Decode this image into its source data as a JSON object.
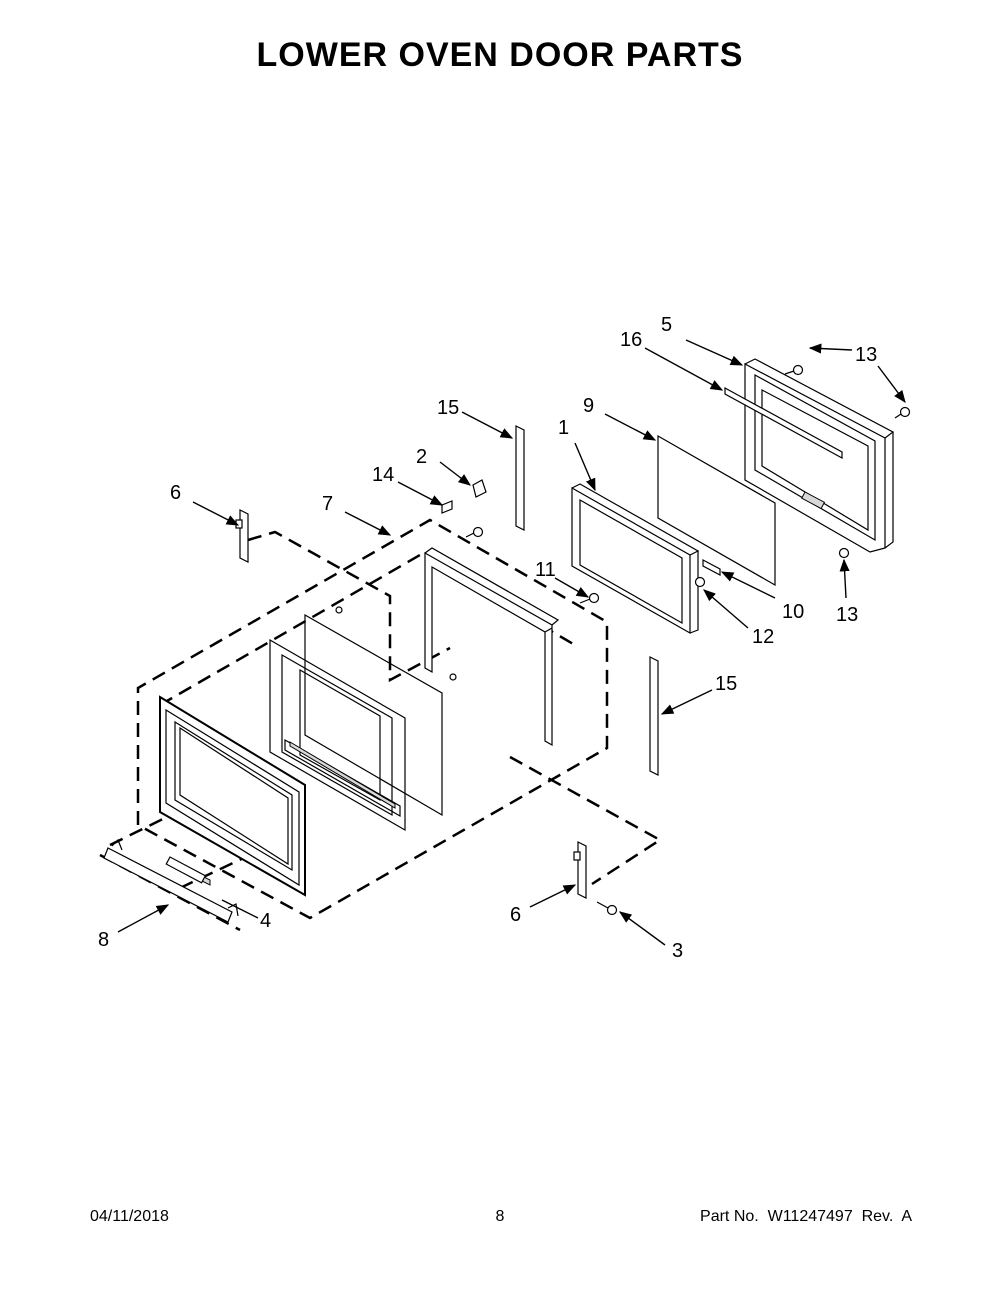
{
  "title": "LOWER OVEN DOOR PARTS",
  "callouts": {
    "c1": "1",
    "c2": "2",
    "c3": "3",
    "c4": "4",
    "c5": "5",
    "c6a": "6",
    "c6b": "6",
    "c7": "7",
    "c8": "8",
    "c9": "9",
    "c10": "10",
    "c11": "11",
    "c12": "12",
    "c13a": "13",
    "c13b": "13",
    "c14": "14",
    "c15a": "15",
    "c15b": "15",
    "c16": "16"
  },
  "footer": {
    "date": "04/11/2018",
    "page": "8",
    "part": "Part No.  W11247497  Rev.  A"
  }
}
